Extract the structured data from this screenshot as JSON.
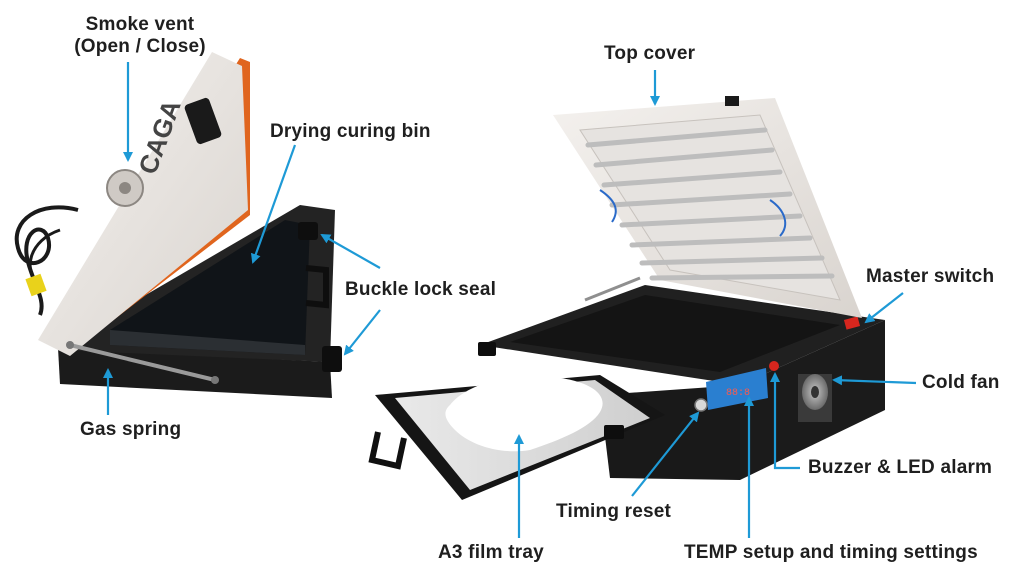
{
  "labels": {
    "smoke_vent_line1": "Smoke vent",
    "smoke_vent_line2": "(Open / Close)",
    "drying_curing_bin": "Drying curing bin",
    "buckle_lock_seal": "Buckle lock seal",
    "gas_spring": "Gas spring",
    "top_cover": "Top cover",
    "master_switch": "Master switch",
    "cold_fan": "Cold fan",
    "buzzer_led_alarm": "Buzzer & LED alarm",
    "timing_reset": "Timing reset",
    "a3_film_tray": "A3 film tray",
    "temp_setup": "TEMP setup and timing settings"
  },
  "product": {
    "logo_text": "CAGA",
    "display_readout": "88:8"
  },
  "colors": {
    "arrow": "#1e9ad6",
    "body_black": "#1b1b1b",
    "cover_white": "#eeeae6",
    "accent_orange": "#e0651e",
    "switch_red": "#d7261e",
    "panel_blue": "#2a7fd0"
  }
}
